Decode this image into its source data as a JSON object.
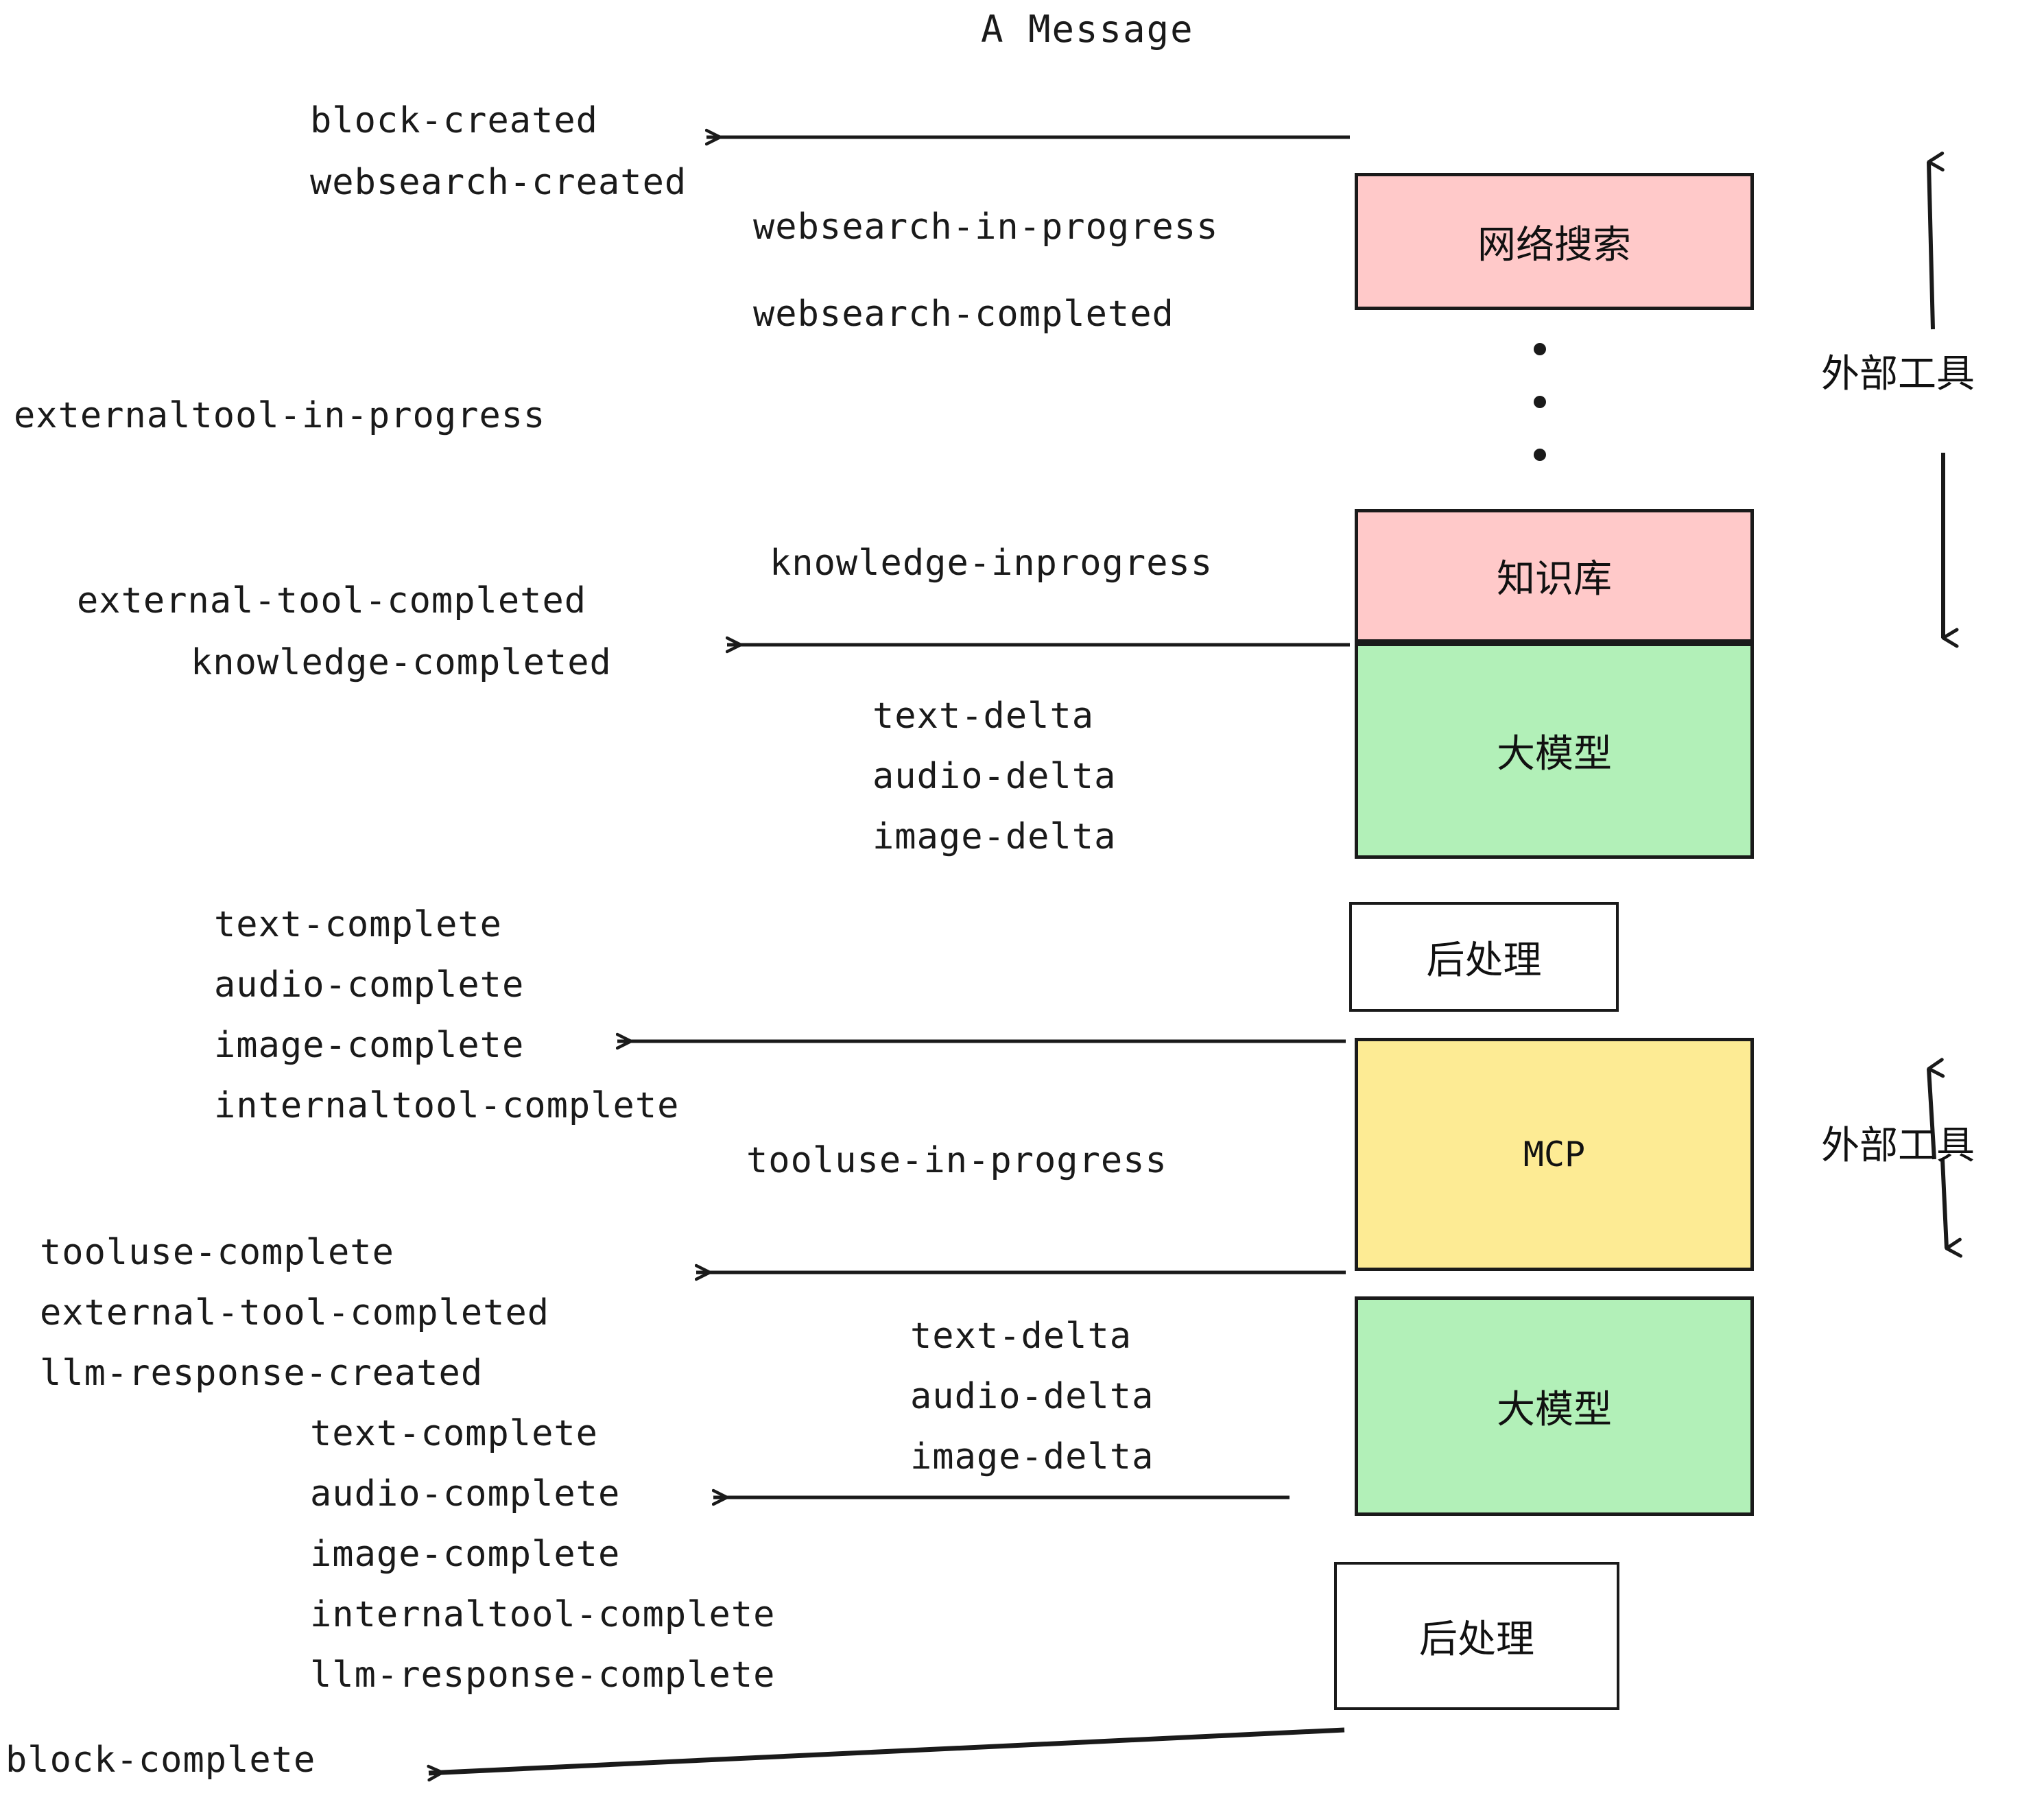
{
  "title": "A Message",
  "colors": {
    "pink": "#FFC9C9",
    "green": "#B2F0B8",
    "yellow": "#FDEB94",
    "white": "#FFFFFF",
    "stroke": "#1A1A1A",
    "text": "#1A1A1A"
  },
  "boxes": [
    {
      "id": "websearch",
      "label": "网络搜索",
      "fill": "#FFC9C9"
    },
    {
      "id": "knowledge",
      "label": "知识库",
      "fill": "#FFC9C9"
    },
    {
      "id": "llm-1",
      "label": "大模型",
      "fill": "#B2F0B8"
    },
    {
      "id": "postprocess-1",
      "label": "后处理",
      "fill": "#FFFFFF"
    },
    {
      "id": "mcp",
      "label": "MCP",
      "fill": "#FDEB94"
    },
    {
      "id": "llm-2",
      "label": "大模型",
      "fill": "#B2F0B8"
    },
    {
      "id": "postprocess-2",
      "label": "后处理",
      "fill": "#FFFFFF"
    }
  ],
  "side_labels": [
    {
      "id": "external-tool-top",
      "label": "外部工具"
    },
    {
      "id": "external-tool-bottom",
      "label": "外部工具"
    }
  ],
  "events": {
    "block_created": "block-created",
    "websearch_created": "websearch-created",
    "websearch_in_progress": "websearch-in-progress",
    "websearch_completed": "websearch-completed",
    "externaltool_in_progress": "externaltool-in-progress",
    "knowledge_inprogress": "knowledge-inprogress",
    "external_tool_completed_1": "external-tool-completed",
    "knowledge_completed": "knowledge-completed",
    "text_delta_1": "text-delta",
    "audio_delta_1": "audio-delta",
    "image_delta_1": "image-delta",
    "text_complete_1": "text-complete",
    "audio_complete_1": "audio-complete",
    "image_complete_1": "image-complete",
    "internaltool_complete_1": "internaltool-complete",
    "tooluse_in_progress": "tooluse-in-progress",
    "tooluse_complete": "tooluse-complete",
    "external_tool_completed_2": "external-tool-completed",
    "llm_response_created": "llm-response-created",
    "text_delta_2": "text-delta",
    "audio_delta_2": "audio-delta",
    "image_delta_2": "image-delta",
    "text_complete_2": "text-complete",
    "audio_complete_2": "audio-complete",
    "image_complete_2": "image-complete",
    "internaltool_complete_2": "internaltool-complete",
    "llm_response_complete": "llm-response-complete",
    "block_complete": "block-complete"
  }
}
